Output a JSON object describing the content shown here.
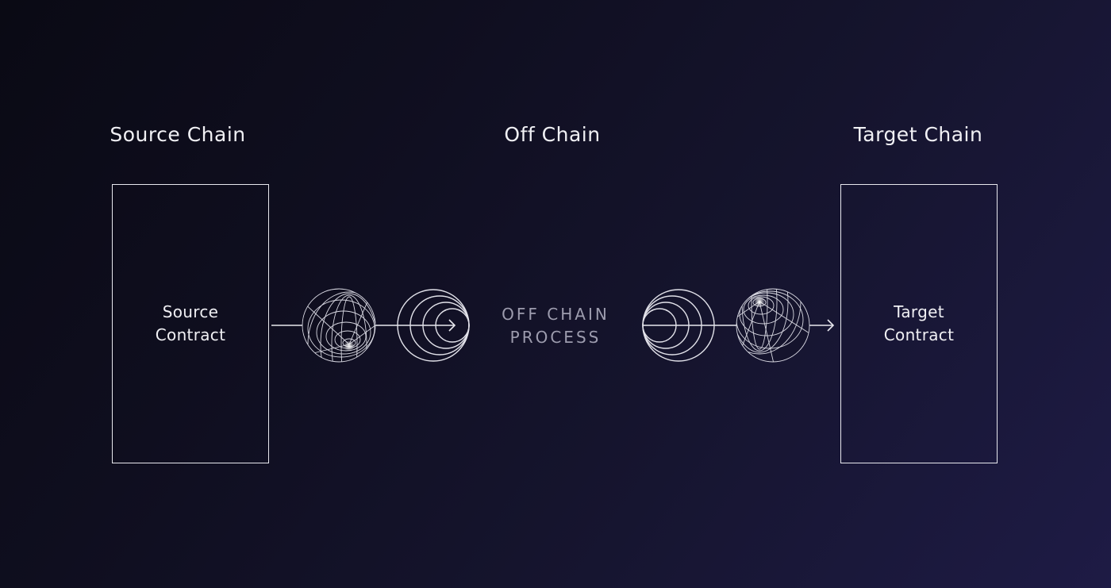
{
  "columns": {
    "source": {
      "heading": "Source Chain",
      "box_label": "Source\nContract"
    },
    "off": {
      "heading": "Off Chain",
      "process_label": "OFF CHAIN\nPROCESS"
    },
    "target": {
      "heading": "Target Chain",
      "box_label": "Target\nContract"
    }
  },
  "icons": [
    "wireframe-globe-icon",
    "concentric-rings-icon",
    "concentric-rings-icon",
    "wireframe-globe-icon",
    "arrow-right-icon"
  ],
  "colors": {
    "line": "#e8e8ee",
    "process_text": "#9d9cae",
    "bg_start": "#0a0a14",
    "bg_end": "#1e1b45"
  }
}
